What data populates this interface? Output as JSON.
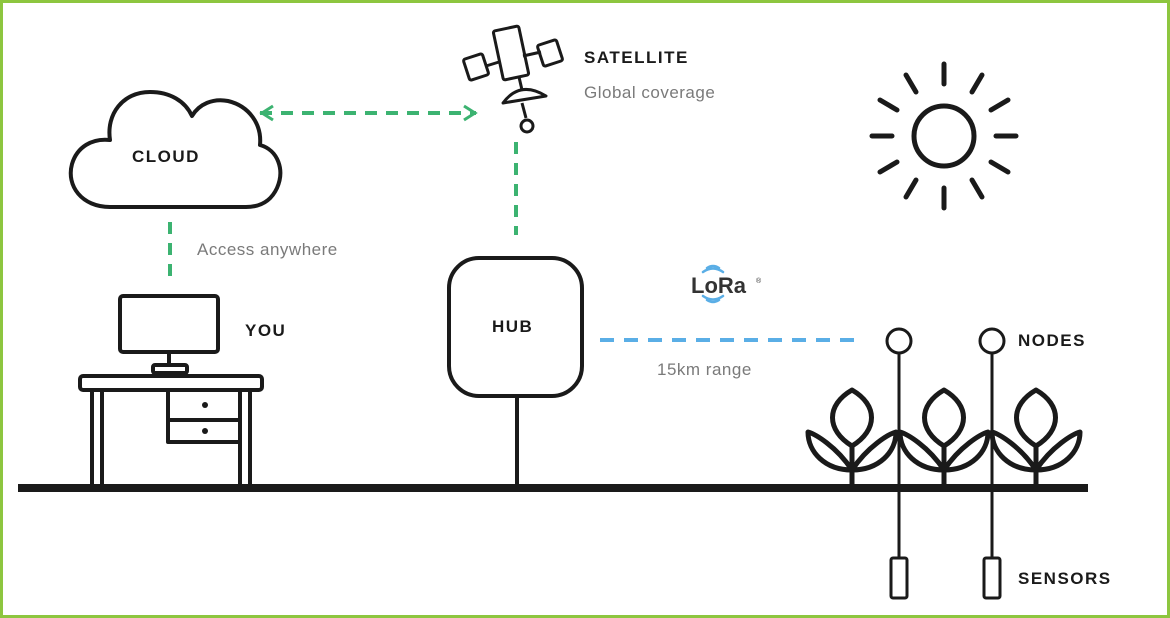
{
  "labels": {
    "satellite": "SATELLITE",
    "global_coverage": "Global coverage",
    "cloud": "CLOUD",
    "access_anywhere": "Access anywhere",
    "you": "YOU",
    "hub": "HUB",
    "lora": "LoRa",
    "lora_mark": "®",
    "range": "15km range",
    "nodes": "NODES",
    "sensors": "SENSORS"
  },
  "colors": {
    "frame": "#8dc63f",
    "line": "#1a1a1a",
    "green_dash": "#3cb371",
    "blue_dash": "#5aaee6",
    "lora_wave": "#5aaee6"
  }
}
